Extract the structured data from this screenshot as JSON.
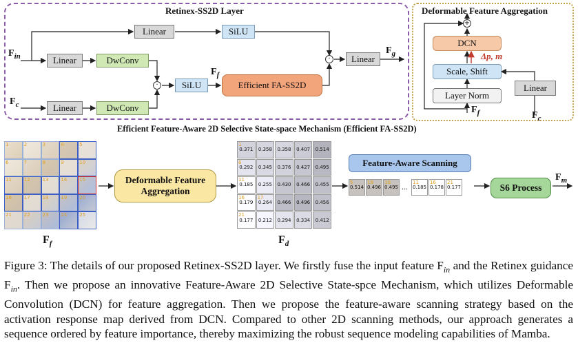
{
  "top_left": {
    "title": "Retinex-SS2D Layer",
    "linear_top": "Linear",
    "silu_top": "SiLU",
    "linear_in": "Linear",
    "dwconv_in": "DwConv",
    "linear_c": "Linear",
    "dwconv_c": "DwConv",
    "silu_mid": "SiLU",
    "efficient": "Efficient FA-SS2D",
    "linear_out": "Linear",
    "f_in": "F",
    "f_in_sub": "in",
    "f_c": "F",
    "f_c_sub": "c",
    "f_f": "F",
    "f_f_sub": "f",
    "f_g": "F",
    "f_g_sub": "g"
  },
  "top_right": {
    "title": "Deformable Feature Aggregation",
    "dcn": "DCN",
    "delta": "Δp, m",
    "scale_shift": "Scale, Shift",
    "layer_norm": "Layer Norm",
    "linear": "Linear",
    "f_f": "F",
    "f_f_sub": "f",
    "f_c": "F",
    "f_c_sub": "c"
  },
  "bottom": {
    "title": "Efficient Feature-Aware 2D Selective State-space Mechanism (Efficient FA-SS2D)",
    "dfa": "Deformable Feature Aggregation",
    "fas": "Feature-Aware Scanning",
    "s6": "S6 Process",
    "f_f": "F",
    "f_f_sub": "f",
    "f_d": "F",
    "f_d_sub": "d",
    "f_m": "F",
    "f_m_sub": "m",
    "ff_grid_numbers": [
      "1",
      "2",
      "3",
      "4",
      "5",
      "6",
      "7",
      "8",
      "9",
      "10",
      "11",
      "12",
      "13",
      "14",
      "15",
      "16",
      "17",
      "18",
      "19",
      "20",
      "21",
      "22",
      "23",
      "24",
      "25"
    ],
    "fd_values": [
      "0.371",
      "0.358",
      "0.358",
      "0.407",
      "0.514",
      "0.292",
      "0.345",
      "0.376",
      "0.427",
      "0.495",
      "0.185",
      "0.255",
      "0.430",
      "0.466",
      "0.455",
      "0.179",
      "0.264",
      "0.466",
      "0.496",
      "0.456",
      "0.177",
      "0.212",
      "0.294",
      "0.334",
      "0.412"
    ],
    "fd_indices": [
      "1",
      "",
      "",
      "",
      "",
      "6",
      "",
      "",
      "",
      "",
      "11",
      "",
      "",
      "",
      "",
      "16",
      "17",
      "",
      "",
      "",
      "21",
      "",
      "",
      "",
      ""
    ],
    "seq_values": [
      "0.514",
      "0.496",
      "0.495",
      "0.185",
      "0.178",
      "0.177"
    ],
    "seq_indices": [
      "5",
      "19",
      "10",
      "11",
      "16",
      "21"
    ],
    "ellipsis": "..."
  },
  "caption": {
    "text": "Figure 3: The details of our proposed Retinex-SS2D layer. We firstly fuse the input feature F",
    "sub1": "in",
    "mid": " and the Retinex guidance F",
    "sub2": "in",
    "rest": ". Then we propose an innovative Feature-Aware 2D Selective State-spce Mechanism, which utilizes Deformable Convolution (DCN) for feature aggregation. Then we propose the feature-aware scanning strategy based on the activation response map derived from DCN. Compared to other 2D scanning methods, our approach generates a sequence ordered by feature importance, thereby maximizing the robust sequence modeling capabilities of Mamba."
  }
}
